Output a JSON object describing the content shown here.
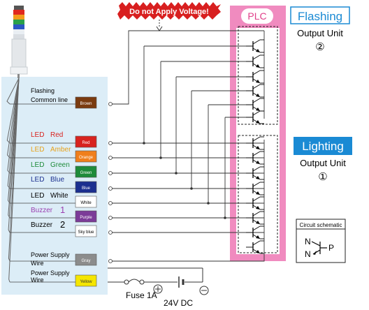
{
  "warning_label": "Do not Apply Voltage!",
  "plc_label": "PLC",
  "flashing_section": {
    "title": "Flashing",
    "unit_label": "Output Unit",
    "unit_number": "②"
  },
  "lighting_section": {
    "title": "Lighting",
    "unit_label": "Output Unit",
    "unit_number": "①"
  },
  "wires": [
    {
      "label": "Flashing",
      "label2": "Common line",
      "tag": "Brown",
      "tag_bg": "#7a3b10",
      "tag_fg": "#ffffff",
      "label_color": "#000000"
    },
    {
      "label": "LED",
      "label2": "Red",
      "tag": "Red",
      "tag_bg": "#d8231f",
      "tag_fg": "#ffffff",
      "label_color": "#d8231f"
    },
    {
      "label": "LED",
      "label2": "Amber",
      "tag": "Orange",
      "tag_bg": "#f07f1c",
      "tag_fg": "#ffffff",
      "label_color": "#e8a21a"
    },
    {
      "label": "LED",
      "label2": "Green",
      "tag": "Green",
      "tag_bg": "#1e8b3a",
      "tag_fg": "#ffffff",
      "label_color": "#1e8b3a"
    },
    {
      "label": "LED",
      "label2": "Blue",
      "tag": "Blue",
      "tag_bg": "#1b2f8f",
      "tag_fg": "#ffffff",
      "label_color": "#1b2f8f"
    },
    {
      "label": "LED",
      "label2": "White",
      "tag": "White",
      "tag_bg": "#ffffff",
      "tag_fg": "#000000",
      "label_color": "#000000"
    },
    {
      "label": "Buzzer",
      "label2": "1",
      "tag": "Purple",
      "tag_bg": "#7c3b98",
      "tag_fg": "#ffffff",
      "label_color": "#9b3fb0"
    },
    {
      "label": "Buzzer",
      "label2": "2",
      "tag": "Sky blue",
      "tag_bg": "#ffffff",
      "tag_fg": "#000000",
      "label_color": "#000000"
    },
    {
      "label": "Power Supply",
      "label2": "Wire",
      "tag": "Gray",
      "tag_bg": "#8c8c8c",
      "tag_fg": "#ffffff",
      "label_color": "#000000"
    },
    {
      "label": "Power Supply",
      "label2": "Wire",
      "tag": "Yellow",
      "tag_bg": "#f5e600",
      "tag_fg": "#333333",
      "label_color": "#000000"
    }
  ],
  "fuse_label": "Fuse 1A",
  "supply_label": "24V DC",
  "schematic": {
    "title": "Circuit schematic",
    "n_top": "N",
    "n_bottom": "N",
    "p": "P"
  },
  "colors": {
    "plc_pink": "#f08bbf",
    "plc_pink_light": "#f7b7d7",
    "lighting_bg": "#1a8ad4",
    "flashing_fg": "#1a8ad4",
    "panel_bg": "#dcedf7",
    "warning_bg": "#d81f1f"
  }
}
